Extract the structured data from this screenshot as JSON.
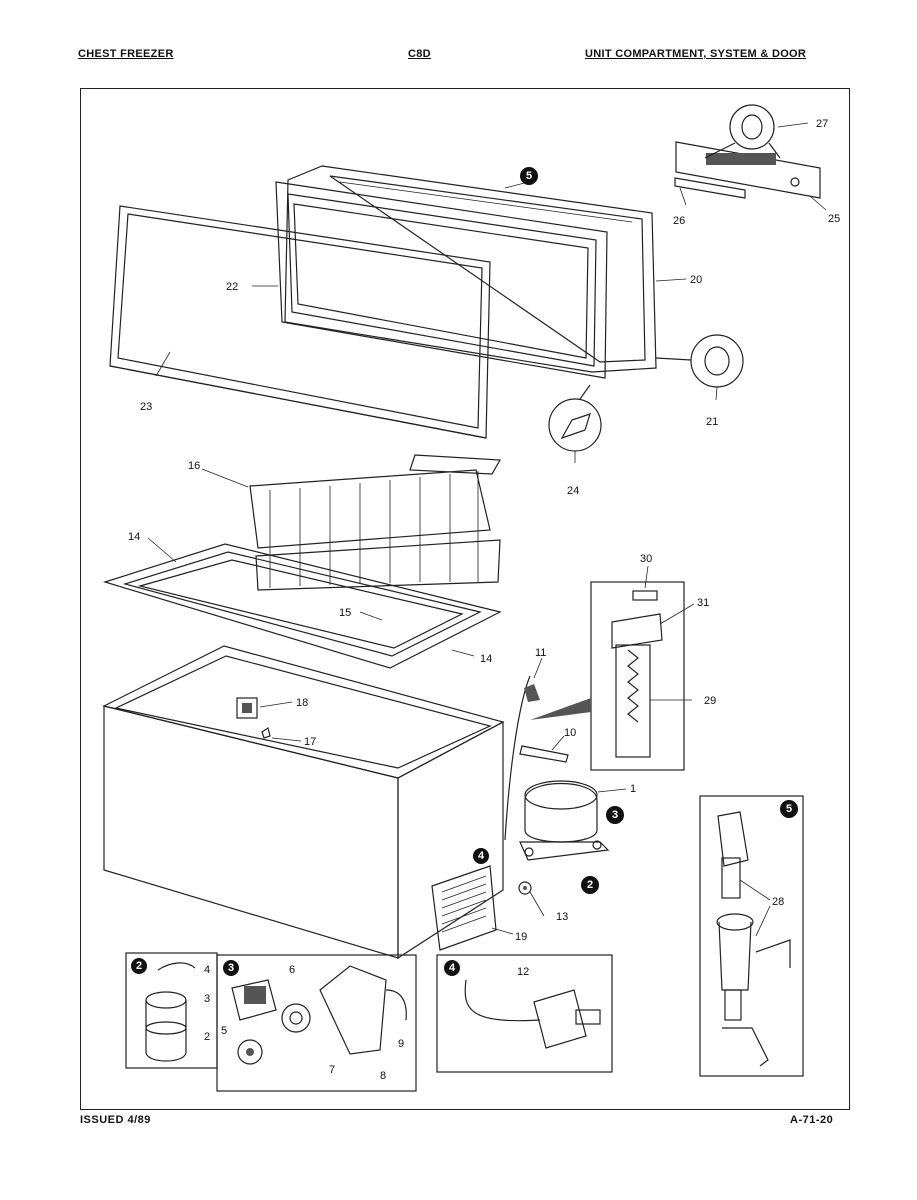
{
  "header": {
    "left": "CHEST FREEZER",
    "center": "C8D",
    "right": "UNIT COMPARTMENT, SYSTEM & DOOR"
  },
  "footer": {
    "left": "ISSUED 4/89",
    "right": "A-71-20"
  },
  "parts": {
    "p1": "1",
    "p2": "2",
    "p3": "3",
    "p4": "4",
    "p5": "5",
    "p6": "6",
    "p7": "7",
    "p8": "8",
    "p9": "9",
    "p10": "10",
    "p11": "11",
    "p12": "12",
    "p13": "13",
    "p14a": "14",
    "p14b": "14",
    "p15": "15",
    "p16": "16",
    "p17": "17",
    "p18": "18",
    "p19": "19",
    "p20": "20",
    "p21": "21",
    "p22": "22",
    "p23": "23",
    "p24": "24",
    "p25": "25",
    "p26": "26",
    "p27": "27",
    "p28": "28",
    "p29": "29",
    "p30": "30",
    "p31": "31"
  },
  "callouts": {
    "c5_main": "5",
    "c3_main": "3",
    "c2_main": "2",
    "c4_main": "4",
    "c2_inset": "2",
    "c3_inset": "3",
    "c4_inset": "4",
    "c5_inset": "5"
  }
}
